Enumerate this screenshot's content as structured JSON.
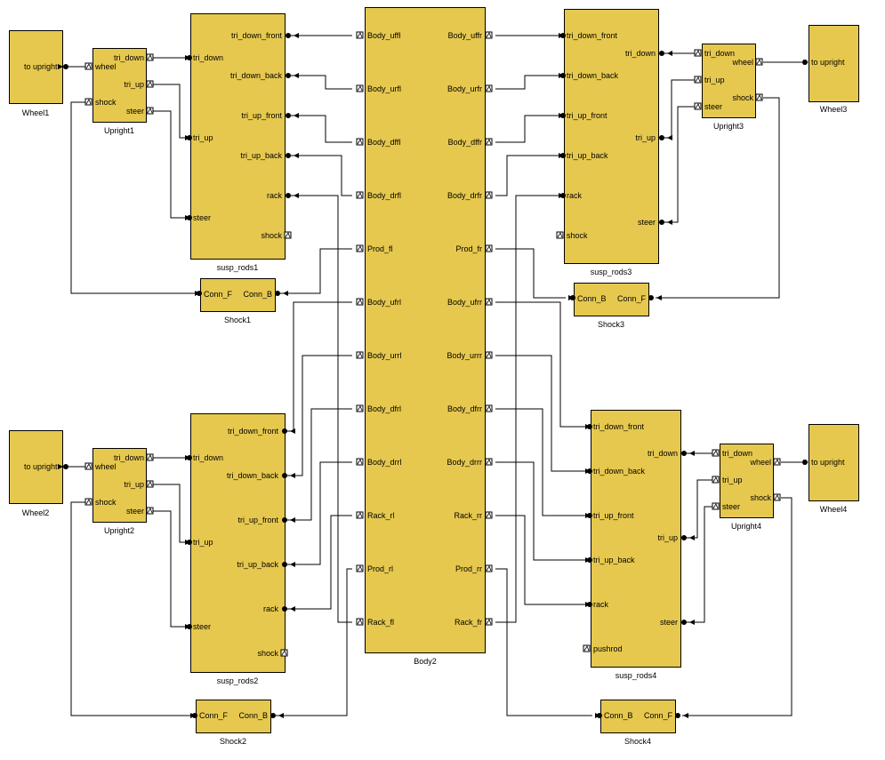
{
  "diagram": {
    "blocks": {
      "wheel1": {
        "caption": "Wheel1",
        "ports": {
          "out": "to upright"
        }
      },
      "wheel2": {
        "caption": "Wheel2",
        "ports": {
          "out": "to upright"
        }
      },
      "wheel3": {
        "caption": "Wheel3",
        "ports": {
          "in": "to upright"
        }
      },
      "wheel4": {
        "caption": "Wheel4",
        "ports": {
          "in": "to upright"
        }
      },
      "upright1": {
        "caption": "Upright1",
        "ports": {
          "wheel": "wheel",
          "shock": "shock",
          "tri_down": "tri_down",
          "tri_up": "tri_up",
          "steer": "steer"
        }
      },
      "upright2": {
        "caption": "Upright2",
        "ports": {
          "wheel": "wheel",
          "shock": "shock",
          "tri_down": "tri_down",
          "tri_up": "tri_up",
          "steer": "steer"
        }
      },
      "upright3": {
        "caption": "Upright3",
        "ports": {
          "tri_down": "tri_down",
          "tri_up": "tri_up",
          "steer": "steer",
          "wheel": "wheel",
          "shock": "shock"
        }
      },
      "upright4": {
        "caption": "Upright4",
        "ports": {
          "tri_down": "tri_down",
          "tri_up": "tri_up",
          "steer": "steer",
          "wheel": "wheel",
          "shock": "shock"
        }
      },
      "susp_rods1": {
        "caption": "susp_rods1",
        "ports": {
          "tri_down": "tri_down",
          "tri_up": "tri_up",
          "steer": "steer",
          "tri_down_front": "tri_down_front",
          "tri_down_back": "tri_down_back",
          "tri_up_front": "tri_up_front",
          "tri_up_back": "tri_up_back",
          "rack": "rack",
          "shock": "shock"
        }
      },
      "susp_rods2": {
        "caption": "susp_rods2",
        "ports": {
          "tri_down": "tri_down",
          "tri_up": "tri_up",
          "steer": "steer",
          "tri_down_front": "tri_down_front",
          "tri_down_back": "tri_down_back",
          "tri_up_front": "tri_up_front",
          "tri_up_back": "tri_up_back",
          "rack": "rack",
          "shock": "shock"
        }
      },
      "susp_rods3": {
        "caption": "susp_rods3",
        "ports": {
          "tri_down_front": "tri_down_front",
          "tri_down_back": "tri_down_back",
          "tri_up_front": "tri_up_front",
          "tri_up_back": "tri_up_back",
          "rack": "rack",
          "shock": "shock",
          "tri_down": "tri_down",
          "tri_up": "tri_up",
          "steer": "steer"
        }
      },
      "susp_rods4": {
        "caption": "susp_rods4",
        "ports": {
          "tri_down_front": "tri_down_front",
          "tri_down_back": "tri_down_back",
          "tri_up_front": "tri_up_front",
          "tri_up_back": "tri_up_back",
          "rack": "rack",
          "pushrod": "pushrod",
          "tri_down": "tri_down",
          "tri_up": "tri_up",
          "steer": "steer"
        }
      },
      "shock1": {
        "caption": "Shock1",
        "ports": {
          "conn_f": "Conn_F",
          "conn_b": "Conn_B"
        }
      },
      "shock2": {
        "caption": "Shock2",
        "ports": {
          "conn_f": "Conn_F",
          "conn_b": "Conn_B"
        }
      },
      "shock3": {
        "caption": "Shock3",
        "ports": {
          "conn_b": "Conn_B",
          "conn_f": "Conn_F"
        }
      },
      "shock4": {
        "caption": "Shock4",
        "ports": {
          "conn_b": "Conn_B",
          "conn_f": "Conn_F"
        }
      },
      "body2": {
        "caption": "Body2",
        "ports": {
          "body_uffl": "Body_uffl",
          "body_urfl": "Body_urfl",
          "body_dffl": "Body_dffl",
          "body_drfl": "Body_drfl",
          "prod_fl": "Prod_fl",
          "body_ufrl": "Body_ufrl",
          "body_urrl": "Body_urrl",
          "body_dfrl": "Body_dfrl",
          "body_drrl": "Body_drrl",
          "rack_rl": "Rack_rl",
          "prod_rl": "Prod_rl",
          "rack_fl": "Rack_fl",
          "body_uffr": "Body_uffr",
          "body_urfr": "Body_urfr",
          "body_dffr": "Body_dffr",
          "body_drfr": "Body_drfr",
          "prod_fr": "Prod_fr",
          "body_ufrr": "Body_ufrr",
          "body_urrr": "Body_urrr",
          "body_dfrr": "Body_dfrr",
          "body_drrr": "Body_drrr",
          "rack_rr": "Rack_rr",
          "prod_rr": "Prod_rr",
          "rack_fr": "Rack_fr"
        }
      }
    }
  }
}
